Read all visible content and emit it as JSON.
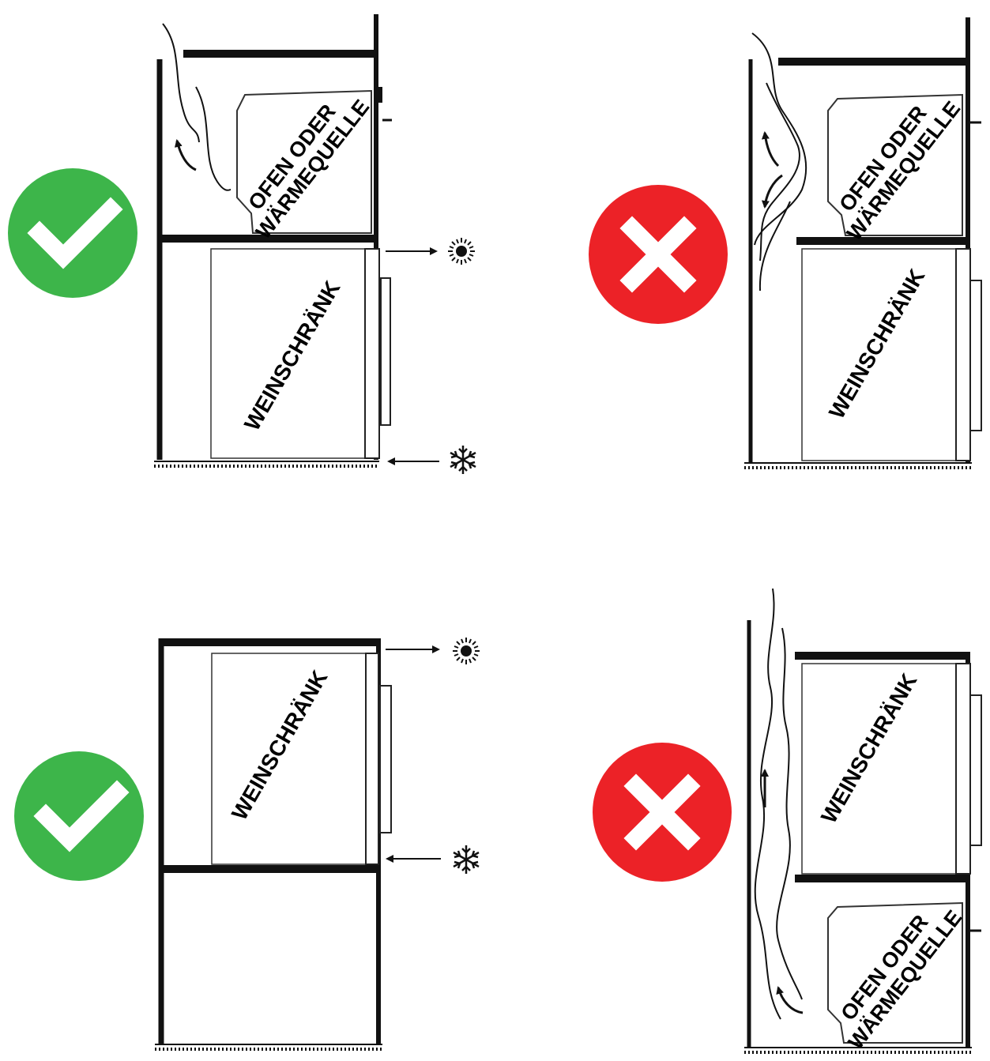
{
  "labels": {
    "oven_line1": "OFEN ODER",
    "oven_line2": "WÄRMEQUELLE",
    "wine_cabinet": "WEINSCHRÄNK"
  },
  "panels": [
    {
      "id": "top-left",
      "verdict": "correct",
      "wine_position": "bottom",
      "heat_source_position": "top",
      "airflow": "front"
    },
    {
      "id": "top-right",
      "verdict": "incorrect",
      "wine_position": "bottom",
      "heat_source_position": "top",
      "airflow": "rear"
    },
    {
      "id": "bottom-left",
      "verdict": "correct",
      "wine_position": "top",
      "heat_source_position": "none",
      "airflow": "front"
    },
    {
      "id": "bottom-right",
      "verdict": "incorrect",
      "wine_position": "top",
      "heat_source_position": "bottom",
      "airflow": "rear"
    }
  ],
  "icons": {
    "correct": "check-mark-icon",
    "incorrect": "cross-mark-icon",
    "warm_air": "sun-icon",
    "cool_air": "snowflake-icon"
  },
  "colors": {
    "correct": "#3db54a",
    "incorrect": "#ec2227",
    "line": "#111111"
  }
}
